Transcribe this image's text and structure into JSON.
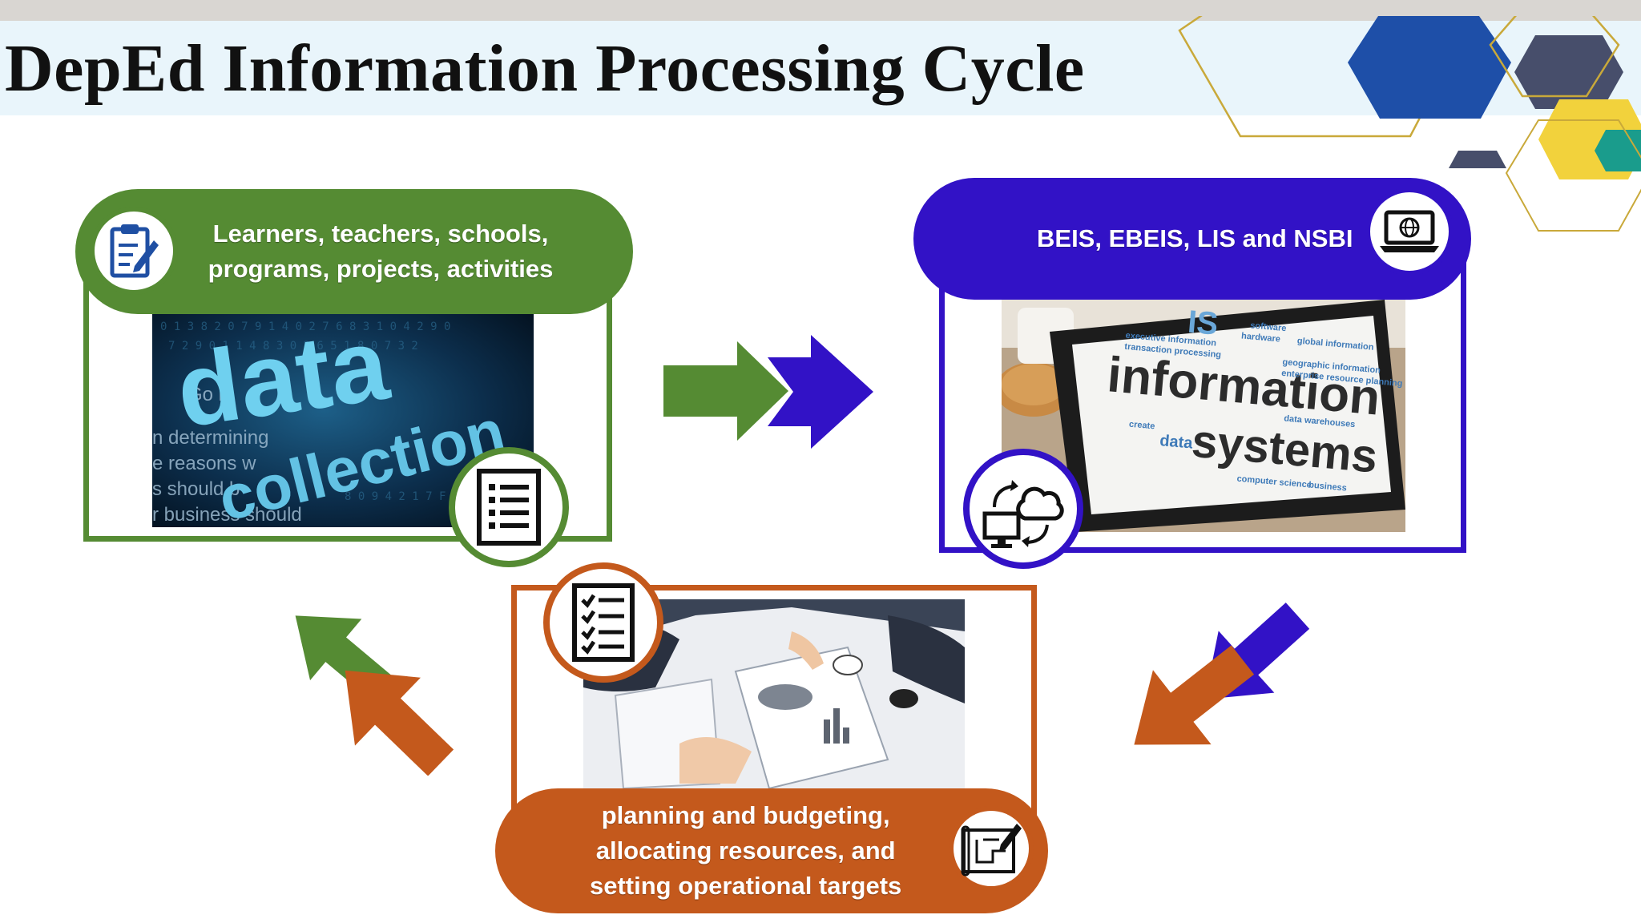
{
  "title": "DepEd Information Processing Cycle",
  "colors": {
    "green": "#558b33",
    "indigo": "#3212c6",
    "orange": "#c4591c",
    "gold": "#c9a93a",
    "navy": "#1e4fa8",
    "slate": "#474e6b",
    "yellow": "#f2d23c",
    "teal": "#1a9c8c"
  },
  "collection": {
    "label_line1": "Learners, teachers, schools,",
    "label_line2": "programs, projects, activities",
    "photo_word1": "data",
    "photo_word2": "collection",
    "bg_text": [
      "Go  ls",
      "n determining",
      "e reasons w",
      "s should b",
      "r business should"
    ],
    "icon_top": "clipboard-icon",
    "icon_bottom": "checklist-icon"
  },
  "systems": {
    "label": "BEIS, EBEIS, LIS and NSBI",
    "photo_word_top": "IS",
    "photo_word1": "information",
    "photo_word2": "systems",
    "photo_small": [
      "software",
      "hardware",
      "global information",
      "geographic information",
      "enterprise resource planning",
      "data warehouses",
      "executive information",
      "transaction processing",
      "create",
      "data",
      "computer science",
      "business"
    ],
    "icon_top": "laptop-globe-icon",
    "icon_bottom": "cloud-computer-sync-icon"
  },
  "planning": {
    "label_line1": "planning and budgeting,",
    "label_line2": "allocating resources, and",
    "label_line3": "setting operational targets",
    "icon_top": "checklist-icon",
    "icon_bottom": "blueprint-icon"
  }
}
